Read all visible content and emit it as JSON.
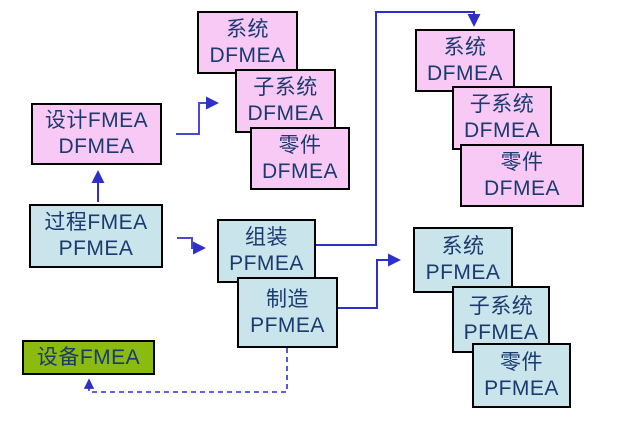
{
  "diagram": {
    "description": "FMEA types flow diagram",
    "boxes": {
      "design": {
        "line1": "设计FMEA",
        "line2": "DFMEA"
      },
      "process": {
        "line1": "过程FMEA",
        "line2": "PFMEA"
      },
      "equipment": {
        "line1": "设备FMEA"
      },
      "dfmea_mid": {
        "system": {
          "line1": "系统",
          "line2": "DFMEA"
        },
        "subsystem": {
          "line1": "子系统",
          "line2": "DFMEA"
        },
        "part": {
          "line1": "零件",
          "line2": "DFMEA"
        }
      },
      "dfmea_right": {
        "system": {
          "line1": "系统",
          "line2": "DFMEA"
        },
        "subsystem": {
          "line1": "子系统",
          "line2": "DFMEA"
        },
        "part": {
          "line1": "零件",
          "line2": "DFMEA"
        }
      },
      "pfmea_mid": {
        "assembly": {
          "line1": "组装",
          "line2": "PFMEA"
        },
        "manufacturing": {
          "line1": "制造",
          "line2": "PFMEA"
        }
      },
      "pfmea_right": {
        "system": {
          "line1": "系统",
          "line2": "PFMEA"
        },
        "subsystem": {
          "line1": "子系统",
          "line2": "PFMEA"
        },
        "part": {
          "line1": "零件",
          "line2": "PFMEA"
        }
      }
    },
    "colors": {
      "dfmea_fill": "#f9c9f5",
      "pfmea_fill": "#c9e4ea",
      "equipment_fill": "#8abb0e",
      "box_border": "#000000",
      "text": "#1a3a70",
      "arrow": "#2e2ec8"
    }
  }
}
